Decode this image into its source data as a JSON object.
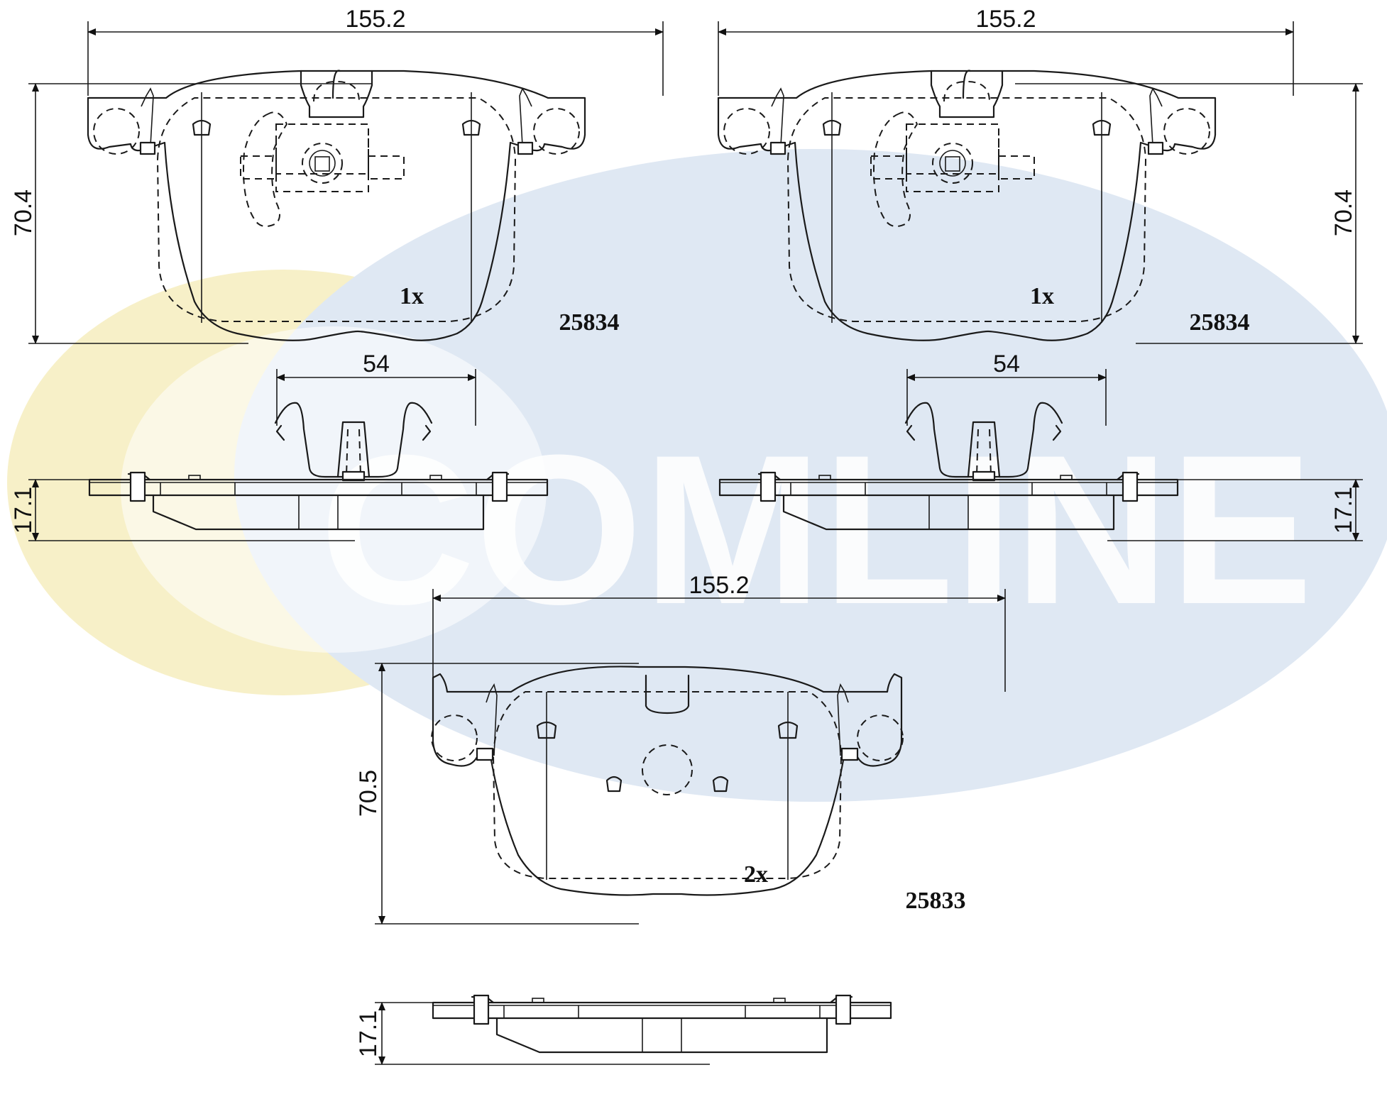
{
  "watermark": {
    "text": "COMLINE",
    "colors": {
      "yellow": "#f7f0c8",
      "blue": "#dfe8f3",
      "text": "#ffffff"
    }
  },
  "views": {
    "top_left": {
      "width_dim": "155.2",
      "height_dim": "70.4",
      "quantity": "1x",
      "part_no": "25834",
      "spring_dim": "54",
      "thickness_dim": "17.1"
    },
    "top_right": {
      "width_dim": "155.2",
      "height_dim": "70.4",
      "quantity": "1x",
      "part_no": "25834",
      "spring_dim": "54",
      "thickness_dim": "17.1"
    },
    "bottom": {
      "width_dim": "155.2",
      "height_dim": "70.5",
      "quantity": "2x",
      "part_no": "25833",
      "thickness_dim": "17.1"
    }
  }
}
